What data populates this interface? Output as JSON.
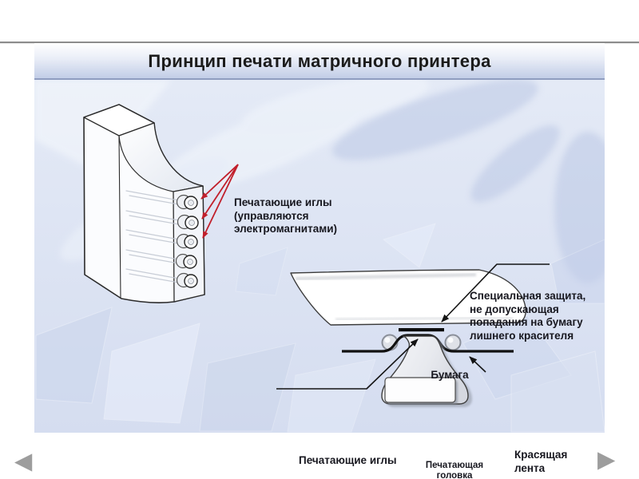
{
  "slide": {
    "title": "Принцип печати матричного принтера",
    "diagram": {
      "labels": {
        "pins": "Печатающие иглы\n(управляются\nэлектромагнитами)",
        "shield": "Специальная защита,\nне допускающая\nпопадания на бумагу\nлишнего красителя",
        "paper": "Бумага",
        "needles": "Печатающие иглы",
        "head": "Печатающая\nголовка",
        "ribbon": "Красящая\nлента"
      }
    }
  },
  "nav": {
    "prev_icon": "◀",
    "next_icon": "▶"
  },
  "colors": {
    "slide_bg": "#dde4f2",
    "title_text": "#1b1b1b",
    "red_arrow": "#c11f2b",
    "diagram_line": "#141414",
    "nav_gray": "#9d9d9d"
  }
}
